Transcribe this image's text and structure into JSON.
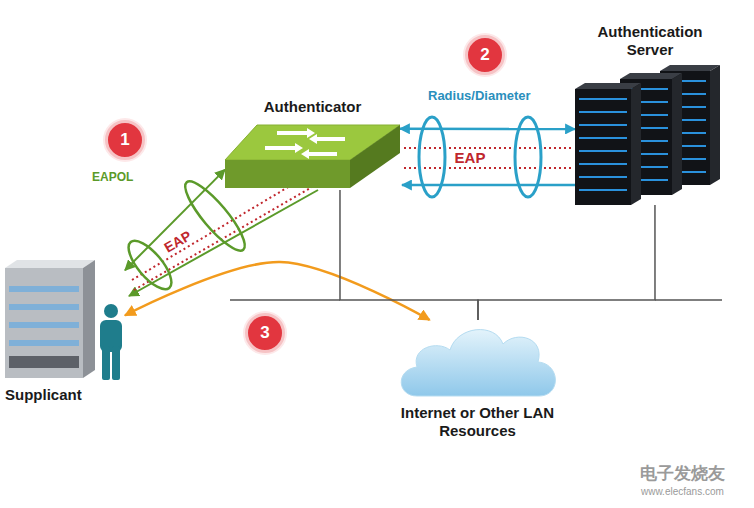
{
  "diagram": {
    "nodes": [
      {
        "text": [
          "Supplicant"
        ]
      },
      {
        "text": [
          "Authenticator"
        ]
      },
      {
        "text": [
          "Authentication Server"
        ]
      },
      {
        "text": [
          "Internet or Other LAN Resources"
        ]
      }
    ],
    "edges": [
      {
        "from": 0,
        "to": 1,
        "label": "EAPOL",
        "arrow": "both"
      },
      {
        "from": 1,
        "to": 2,
        "label": "Radius/Diameter",
        "arrow": "both"
      },
      {
        "from": 0,
        "to": 3,
        "arrow": "both"
      },
      {
        "from": 1,
        "to": 3,
        "arrow": "none"
      },
      {
        "from": 2,
        "to": 3,
        "arrow": "none"
      }
    ],
    "labels": [
      "1",
      "EAP",
      "2",
      "EAP",
      "3",
      "电子发烧友",
      "www.elecfans.com"
    ]
  }
}
